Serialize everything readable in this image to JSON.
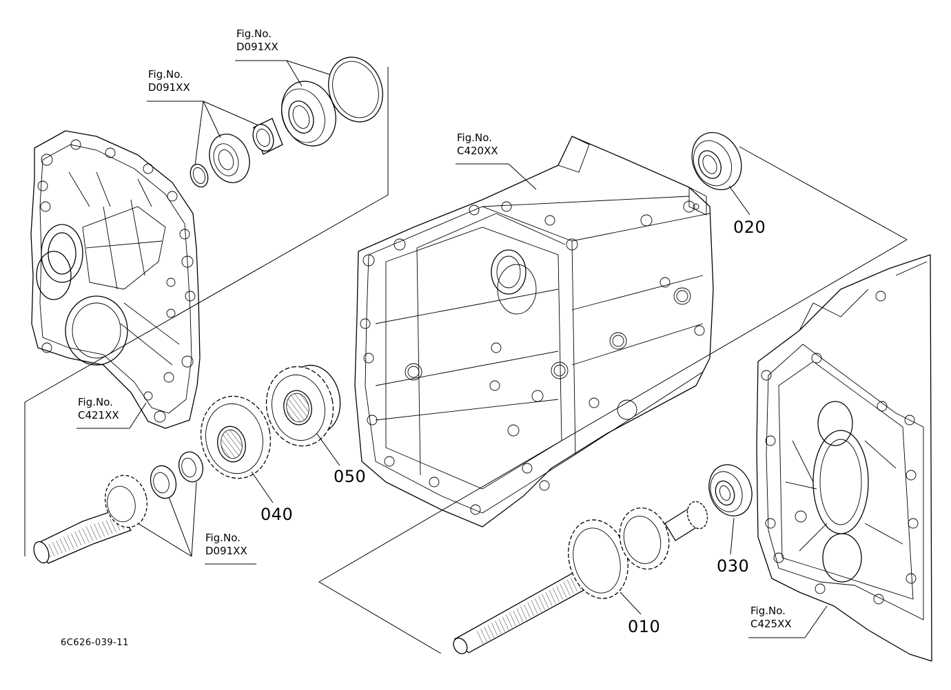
{
  "diagram": {
    "fig_refs": [
      {
        "id": "d091-top-right",
        "label": "Fig.No.",
        "code": "D091XX"
      },
      {
        "id": "d091-top-left",
        "label": "Fig.No.",
        "code": "D091XX"
      },
      {
        "id": "c420",
        "label": "Fig.No.",
        "code": "C420XX"
      },
      {
        "id": "c421",
        "label": "Fig.No.",
        "code": "C421XX"
      },
      {
        "id": "d091-bottom",
        "label": "Fig.No.",
        "code": "D091XX"
      },
      {
        "id": "c425",
        "label": "Fig.No.",
        "code": "C425XX"
      }
    ],
    "part_numbers": [
      {
        "id": "p020",
        "text": "020"
      },
      {
        "id": "p050",
        "text": "050"
      },
      {
        "id": "p040",
        "text": "040"
      },
      {
        "id": "p030",
        "text": "030"
      },
      {
        "id": "p010",
        "text": "010"
      }
    ],
    "drawing_code": "6C626-039-11"
  }
}
